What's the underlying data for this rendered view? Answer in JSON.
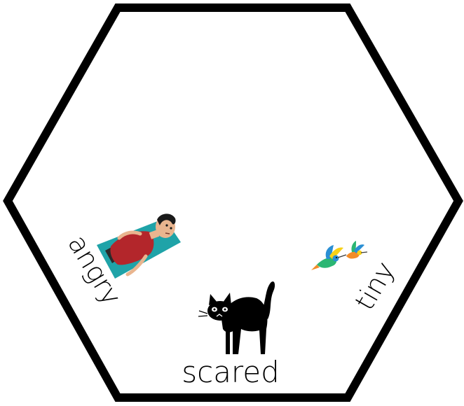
{
  "words": {
    "top_left": "angry",
    "bottom": "scared",
    "top_right": "tiny"
  },
  "pictures": {
    "person": "person-lying-on-towel",
    "cat": "scared-black-cat",
    "birds": "hummingbirds"
  },
  "colors": {
    "border": "#000000",
    "background": "#ffffff",
    "towel": "#1fa3a8",
    "shirt": "#b3262b",
    "skin": "#e9b58f",
    "hair": "#1a1a1a",
    "cat": "#000000",
    "bird_green": "#2bb673",
    "bird_orange": "#f28c28",
    "bird_blue": "#2a8fd4",
    "bird_yellow": "#f7d117"
  }
}
